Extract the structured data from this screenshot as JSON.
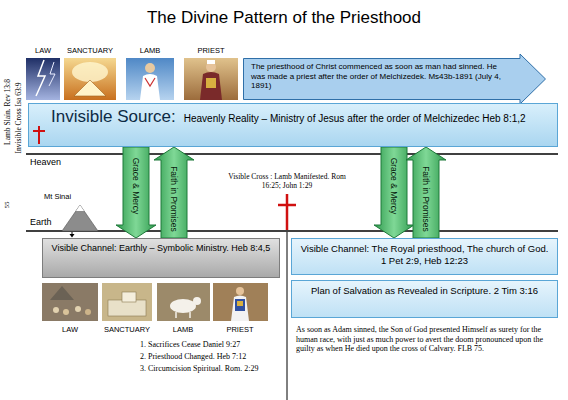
{
  "diagram": {
    "title": "The Divine Pattern of the Priesthood",
    "nodes": [
      {
        "text": [
          "The priesthood of Christ commenced as soon as man had sinned. He was made a priest after the order of Melchizedek. Ms43b-1891 (July 4, 1891)"
        ]
      },
      {
        "text": [
          "Invisible Source:",
          "Heavenly Reality – Ministry of Jesus after the order of Melchizedec Heb 8:1,2"
        ]
      },
      {
        "text": [
          "Visible Channel: Earthly – Symbolic Ministry. Heb 8:4,5"
        ]
      },
      {
        "text": [
          "Visible Channel: The Royal priesthood, The church of God. 1 Pet 2:9, Heb 12:23"
        ]
      },
      {
        "text": [
          "Plan of Salvation as Revealed in Scripture. 2 Tim 3:16"
        ]
      }
    ],
    "edges": [
      {
        "from": 1,
        "to": 2,
        "label": "Grace & Mercy",
        "arrow": "to"
      },
      {
        "from": 2,
        "to": 1,
        "label": "Faith in Promises",
        "arrow": "to"
      },
      {
        "from": 1,
        "to": 3,
        "label": "Grace & Mercy",
        "arrow": "to"
      },
      {
        "from": 3,
        "to": 1,
        "label": "Faith in Promises",
        "arrow": "to"
      }
    ],
    "labels": [
      "LAW",
      "SANCTUARY",
      "LAMB",
      "PRIEST",
      "Lamb Slain. Rev 13:8",
      "Invisible Cross Isa 63:9",
      "Heaven",
      "Earth",
      "Mt Sinai",
      "55",
      "Visible Cross : Lamb Manifested. Rom 16:25; John 1:29",
      "LAW",
      "SANCTUARY",
      "LAMB",
      "PRIEST",
      "1. Sacrifices Cease Daniel 9:27",
      "2. Priesthood Changed. Heb 7:12",
      "3. Circumcision Spiritual. Rom. 2:29",
      "As soon as Adam sinned, the Son of God presented Himself as surety for the human race, with just as much power to avert the doom pronounced upon the guilty as when He died upon the cross of Calvary. FLB 75."
    ]
  }
}
